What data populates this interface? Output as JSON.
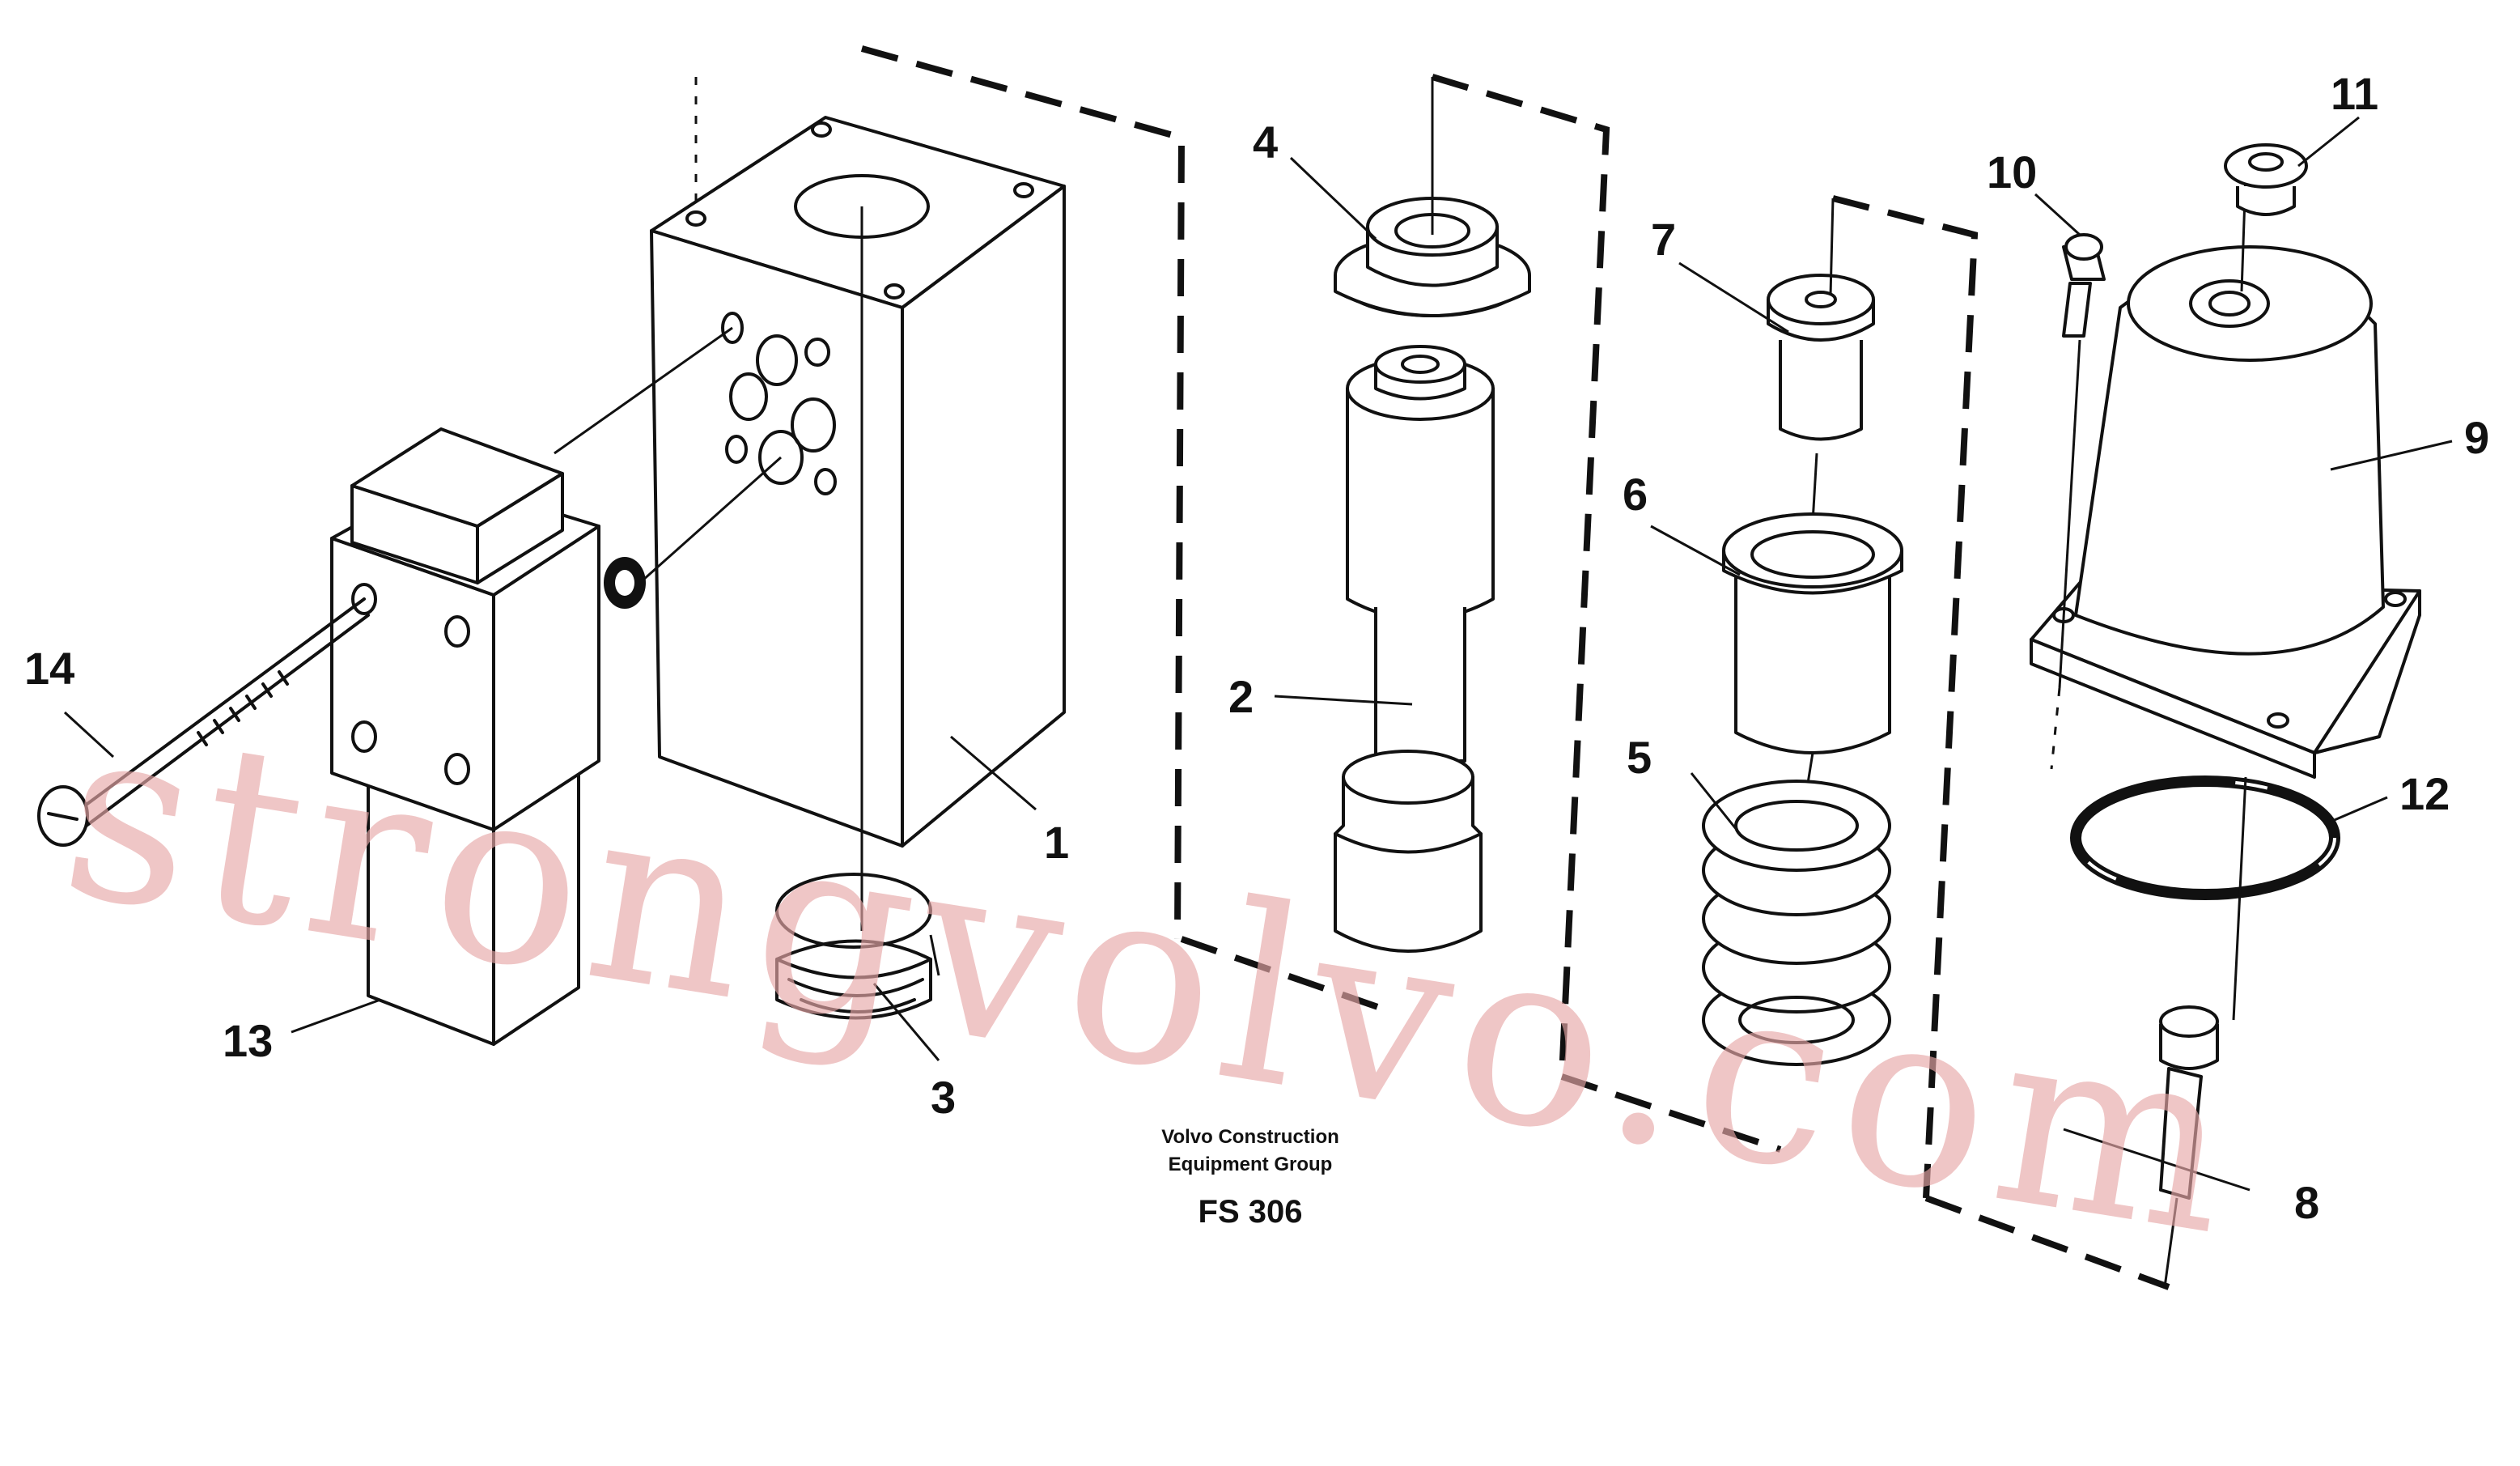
{
  "labels": {
    "p1": "1",
    "p2": "2",
    "p3": "3",
    "p4": "4",
    "p5": "5",
    "p6": "6",
    "p7": "7",
    "p8": "8",
    "p9": "9",
    "p10": "10",
    "p11": "11",
    "p12": "12",
    "p13": "13",
    "p14": "14"
  },
  "caption": {
    "line1": "Volvo Construction",
    "line2": "Equipment Group",
    "code": "FS 306"
  },
  "watermark": "strongvolvo.com",
  "colors": {
    "line": "#111111",
    "watermark": "#e8a8a8",
    "background": "#ffffff"
  }
}
